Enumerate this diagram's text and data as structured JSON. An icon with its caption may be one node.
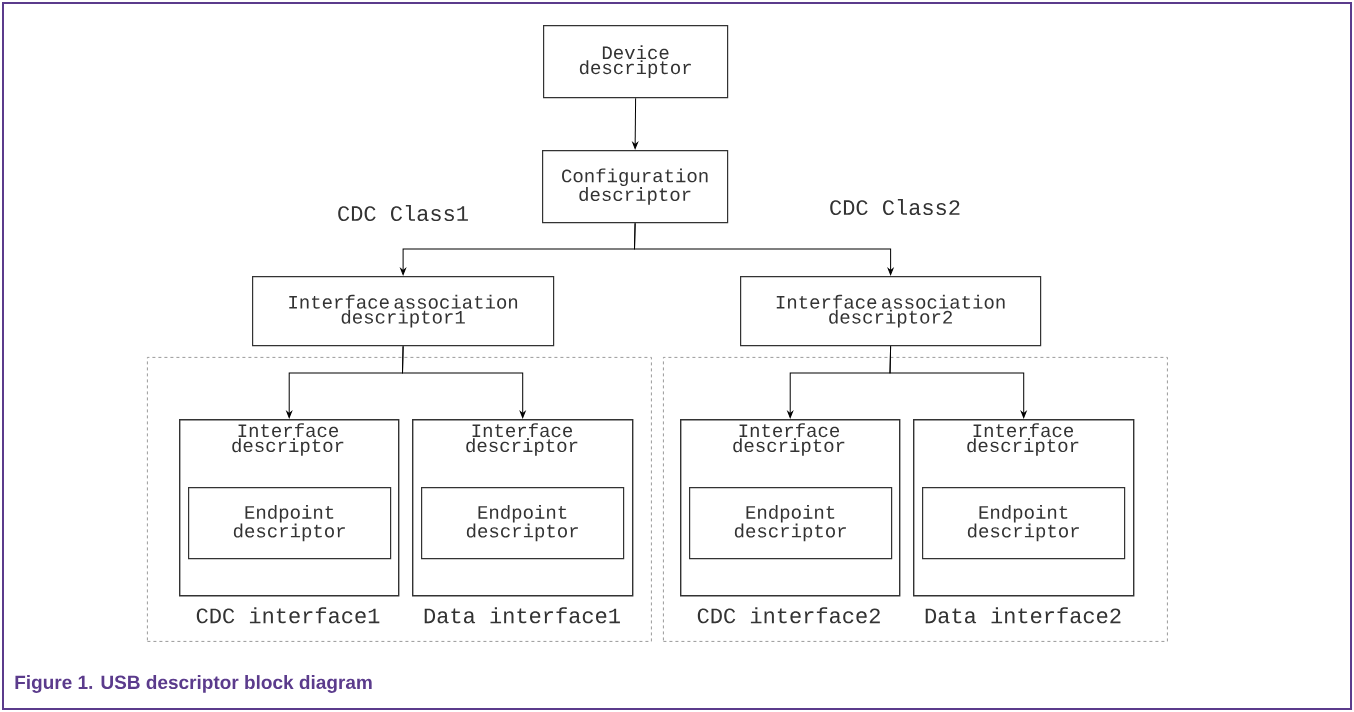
{
  "diagram": {
    "caption": "Figure 1.  USB descriptor block diagram",
    "nodes": [
      {
        "text": [
          "Device descriptor"
        ]
      },
      {
        "text": [
          "Configuration descriptor"
        ]
      },
      {
        "text": [
          "Interface association descriptor1"
        ]
      },
      {
        "text": [
          "Interface association descriptor2"
        ]
      },
      {
        "text": [],
        "shape": "box"
      },
      {
        "text": [
          "Interface descriptor"
        ],
        "beside": [
          "CDC interface1"
        ],
        "in": 4
      },
      {
        "text": [
          "Endpoint descriptor"
        ],
        "in": 5
      },
      {
        "text": [
          "Interface descriptor"
        ],
        "beside": [
          "Data interface1"
        ],
        "in": 4
      },
      {
        "text": [
          "Endpoint descriptor"
        ],
        "in": 7
      },
      {
        "text": [],
        "shape": "box"
      },
      {
        "text": [
          "Interface descriptor"
        ],
        "beside": [
          "CDC interface2"
        ],
        "in": 9
      },
      {
        "text": [
          "Endpoint descriptor"
        ],
        "in": 10
      },
      {
        "text": [
          "Interface descriptor"
        ],
        "beside": [
          "Data interface2"
        ],
        "in": 9
      },
      {
        "text": [
          "Endpoint descriptor"
        ],
        "in": 12
      }
    ],
    "edges": [
      {
        "from": 0,
        "to": 1,
        "arrow": "to"
      },
      {
        "from": 1,
        "to": 2,
        "arrow": "to"
      },
      {
        "from": 1,
        "to": 3,
        "arrow": "to"
      },
      {
        "from": 2,
        "to": 5,
        "arrow": "to"
      },
      {
        "from": 2,
        "to": 7,
        "arrow": "to"
      },
      {
        "from": 3,
        "to": 10,
        "arrow": "to"
      },
      {
        "from": 3,
        "to": 12,
        "arrow": "to"
      }
    ],
    "labels": [
      "CDC Class1",
      "CDC Class2"
    ]
  }
}
